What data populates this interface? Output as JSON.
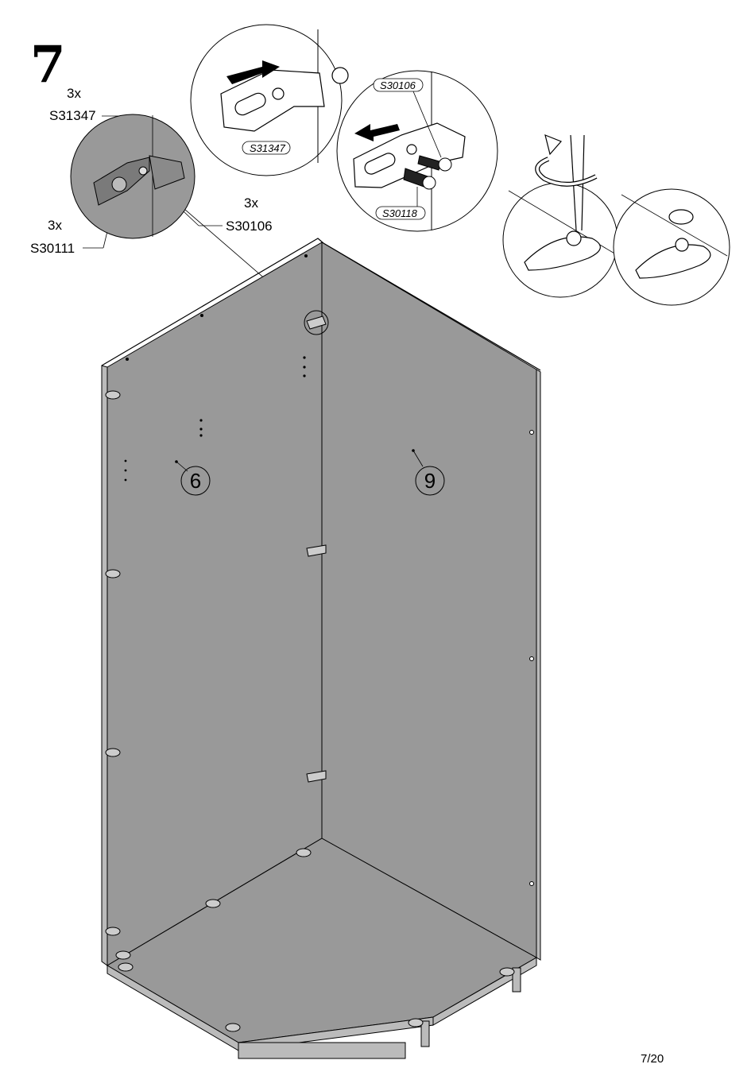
{
  "step": {
    "number": "7"
  },
  "callouts": {
    "bracket_qty": "3x",
    "bracket_code": "S31347",
    "screw_qty": "3x",
    "screw_code": "S30106",
    "cam_qty": "3x",
    "cam_code": "S30111"
  },
  "detail_tags": {
    "bracket": "S31347",
    "screw": "S30106",
    "dowel": "S30118"
  },
  "panels": {
    "left": "6",
    "right": "9"
  },
  "page": {
    "number": "7/20"
  }
}
